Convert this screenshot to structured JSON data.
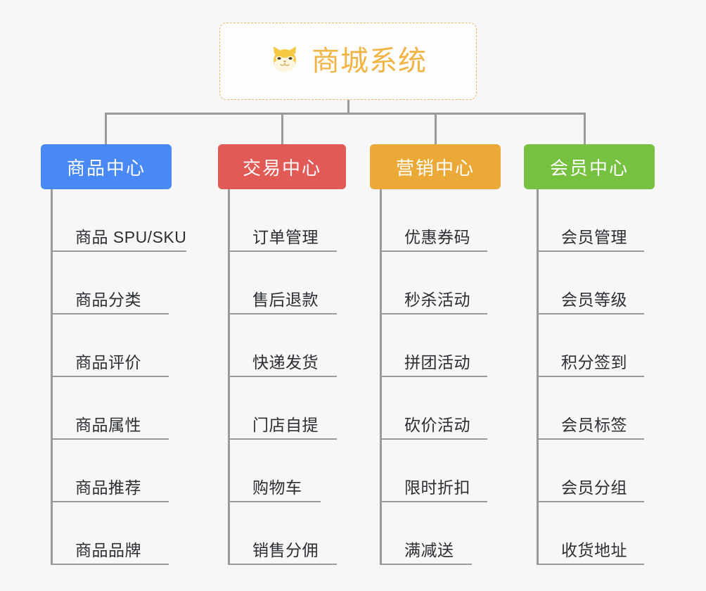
{
  "root": {
    "title": "商城系统",
    "icon": "shiba-dog-icon",
    "accent_color": "#f0b445",
    "border_color": "#e8b96a"
  },
  "background_color": "#f7f7f7",
  "connector_color": "#9a9a9a",
  "columns": [
    {
      "title": "商品中心",
      "color": "#4889f5",
      "items": [
        "商品 SPU/SKU",
        "商品分类",
        "商品评价",
        "商品属性",
        "商品推荐",
        "商品品牌"
      ]
    },
    {
      "title": "交易中心",
      "color": "#e15a55",
      "items": [
        "订单管理",
        "售后退款",
        "快递发货",
        "门店自提",
        "购物车",
        "销售分佣"
      ]
    },
    {
      "title": "营销中心",
      "color": "#ebaa38",
      "items": [
        "优惠券码",
        "秒杀活动",
        "拼团活动",
        "砍价活动",
        "限时折扣",
        "满减送"
      ]
    },
    {
      "title": "会员中心",
      "color": "#76c140",
      "items": [
        "会员管理",
        "会员等级",
        "积分签到",
        "会员标签",
        "会员分组",
        "收货地址"
      ]
    }
  ]
}
